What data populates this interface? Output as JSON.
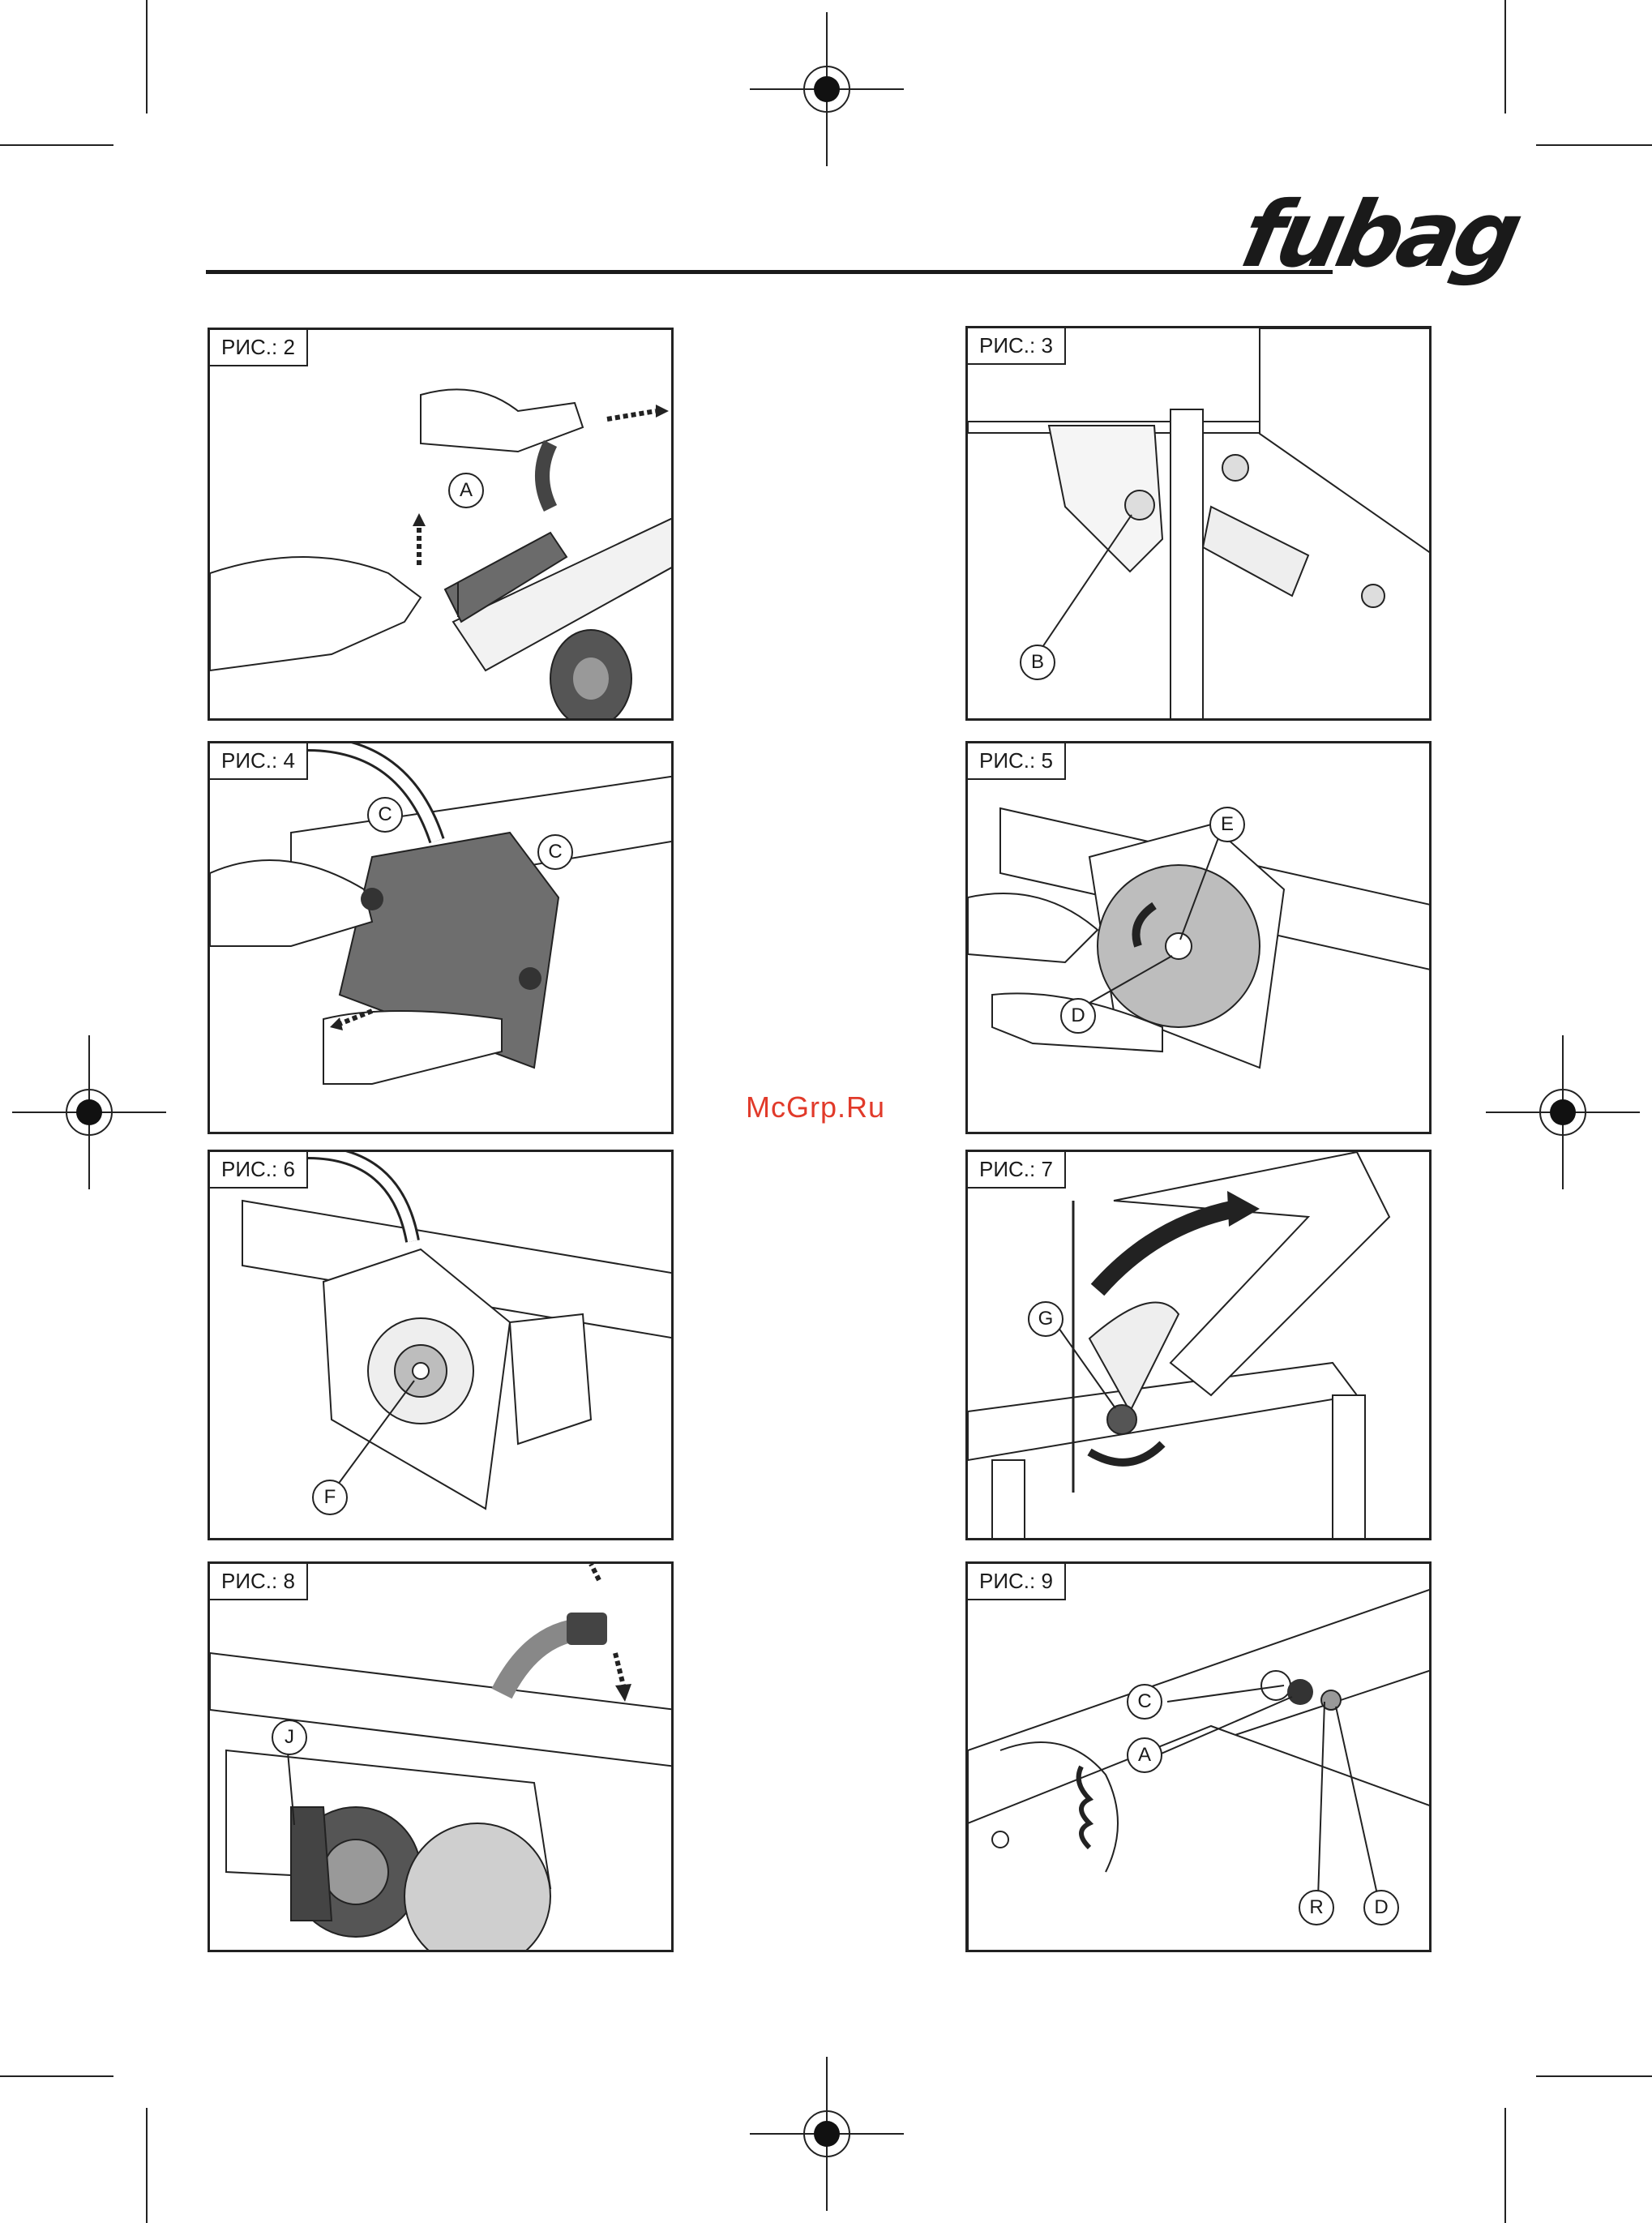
{
  "brand": {
    "logo_text": "fubag"
  },
  "watermark": {
    "text": "McGrp.Ru"
  },
  "figures": [
    {
      "label": "РИС.: 2",
      "callouts": [
        "A"
      ]
    },
    {
      "label": "РИС.: 3",
      "callouts": [
        "B"
      ]
    },
    {
      "label": "РИС.: 4",
      "callouts": [
        "C",
        "C"
      ]
    },
    {
      "label": "РИС.: 5",
      "callouts": [
        "E",
        "D"
      ]
    },
    {
      "label": "РИС.: 6",
      "callouts": [
        "F"
      ]
    },
    {
      "label": "РИС.: 7",
      "callouts": [
        "G"
      ]
    },
    {
      "label": "РИС.: 8",
      "callouts": [
        "J"
      ]
    },
    {
      "label": "РИС.: 9",
      "callouts": [
        "C",
        "A",
        "R",
        "D"
      ]
    }
  ]
}
